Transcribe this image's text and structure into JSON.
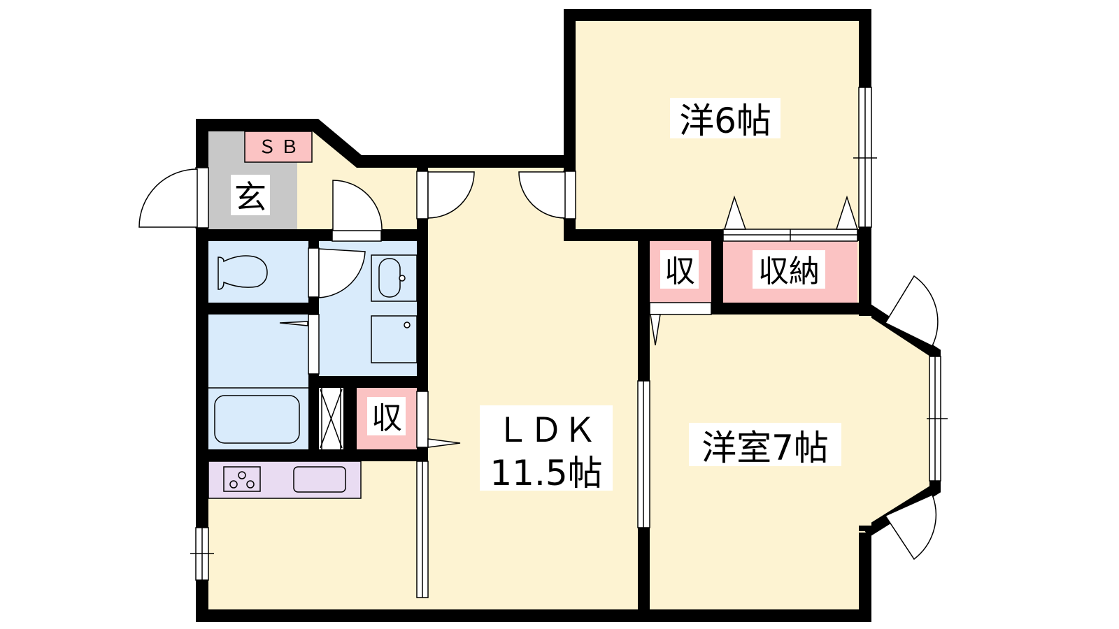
{
  "floorplan": {
    "colors": {
      "wall": "#000000",
      "room": "#fdf3d2",
      "entrance": "#c8c8c8",
      "wet": "#d9ebfb",
      "storage": "#fbc3c3",
      "kitchen": "#e9dcf2",
      "background": "#ffffff"
    },
    "rooms": {
      "western_6": "洋6帖",
      "ldk_line1": "ＬＤＫ",
      "ldk_line2": "11.5帖",
      "western_7": "洋室7帖",
      "entrance": "玄",
      "shoe_box": "ＳＢ",
      "storage_small": "収",
      "storage_large": "収納",
      "storage_kitchen": "収"
    }
  }
}
